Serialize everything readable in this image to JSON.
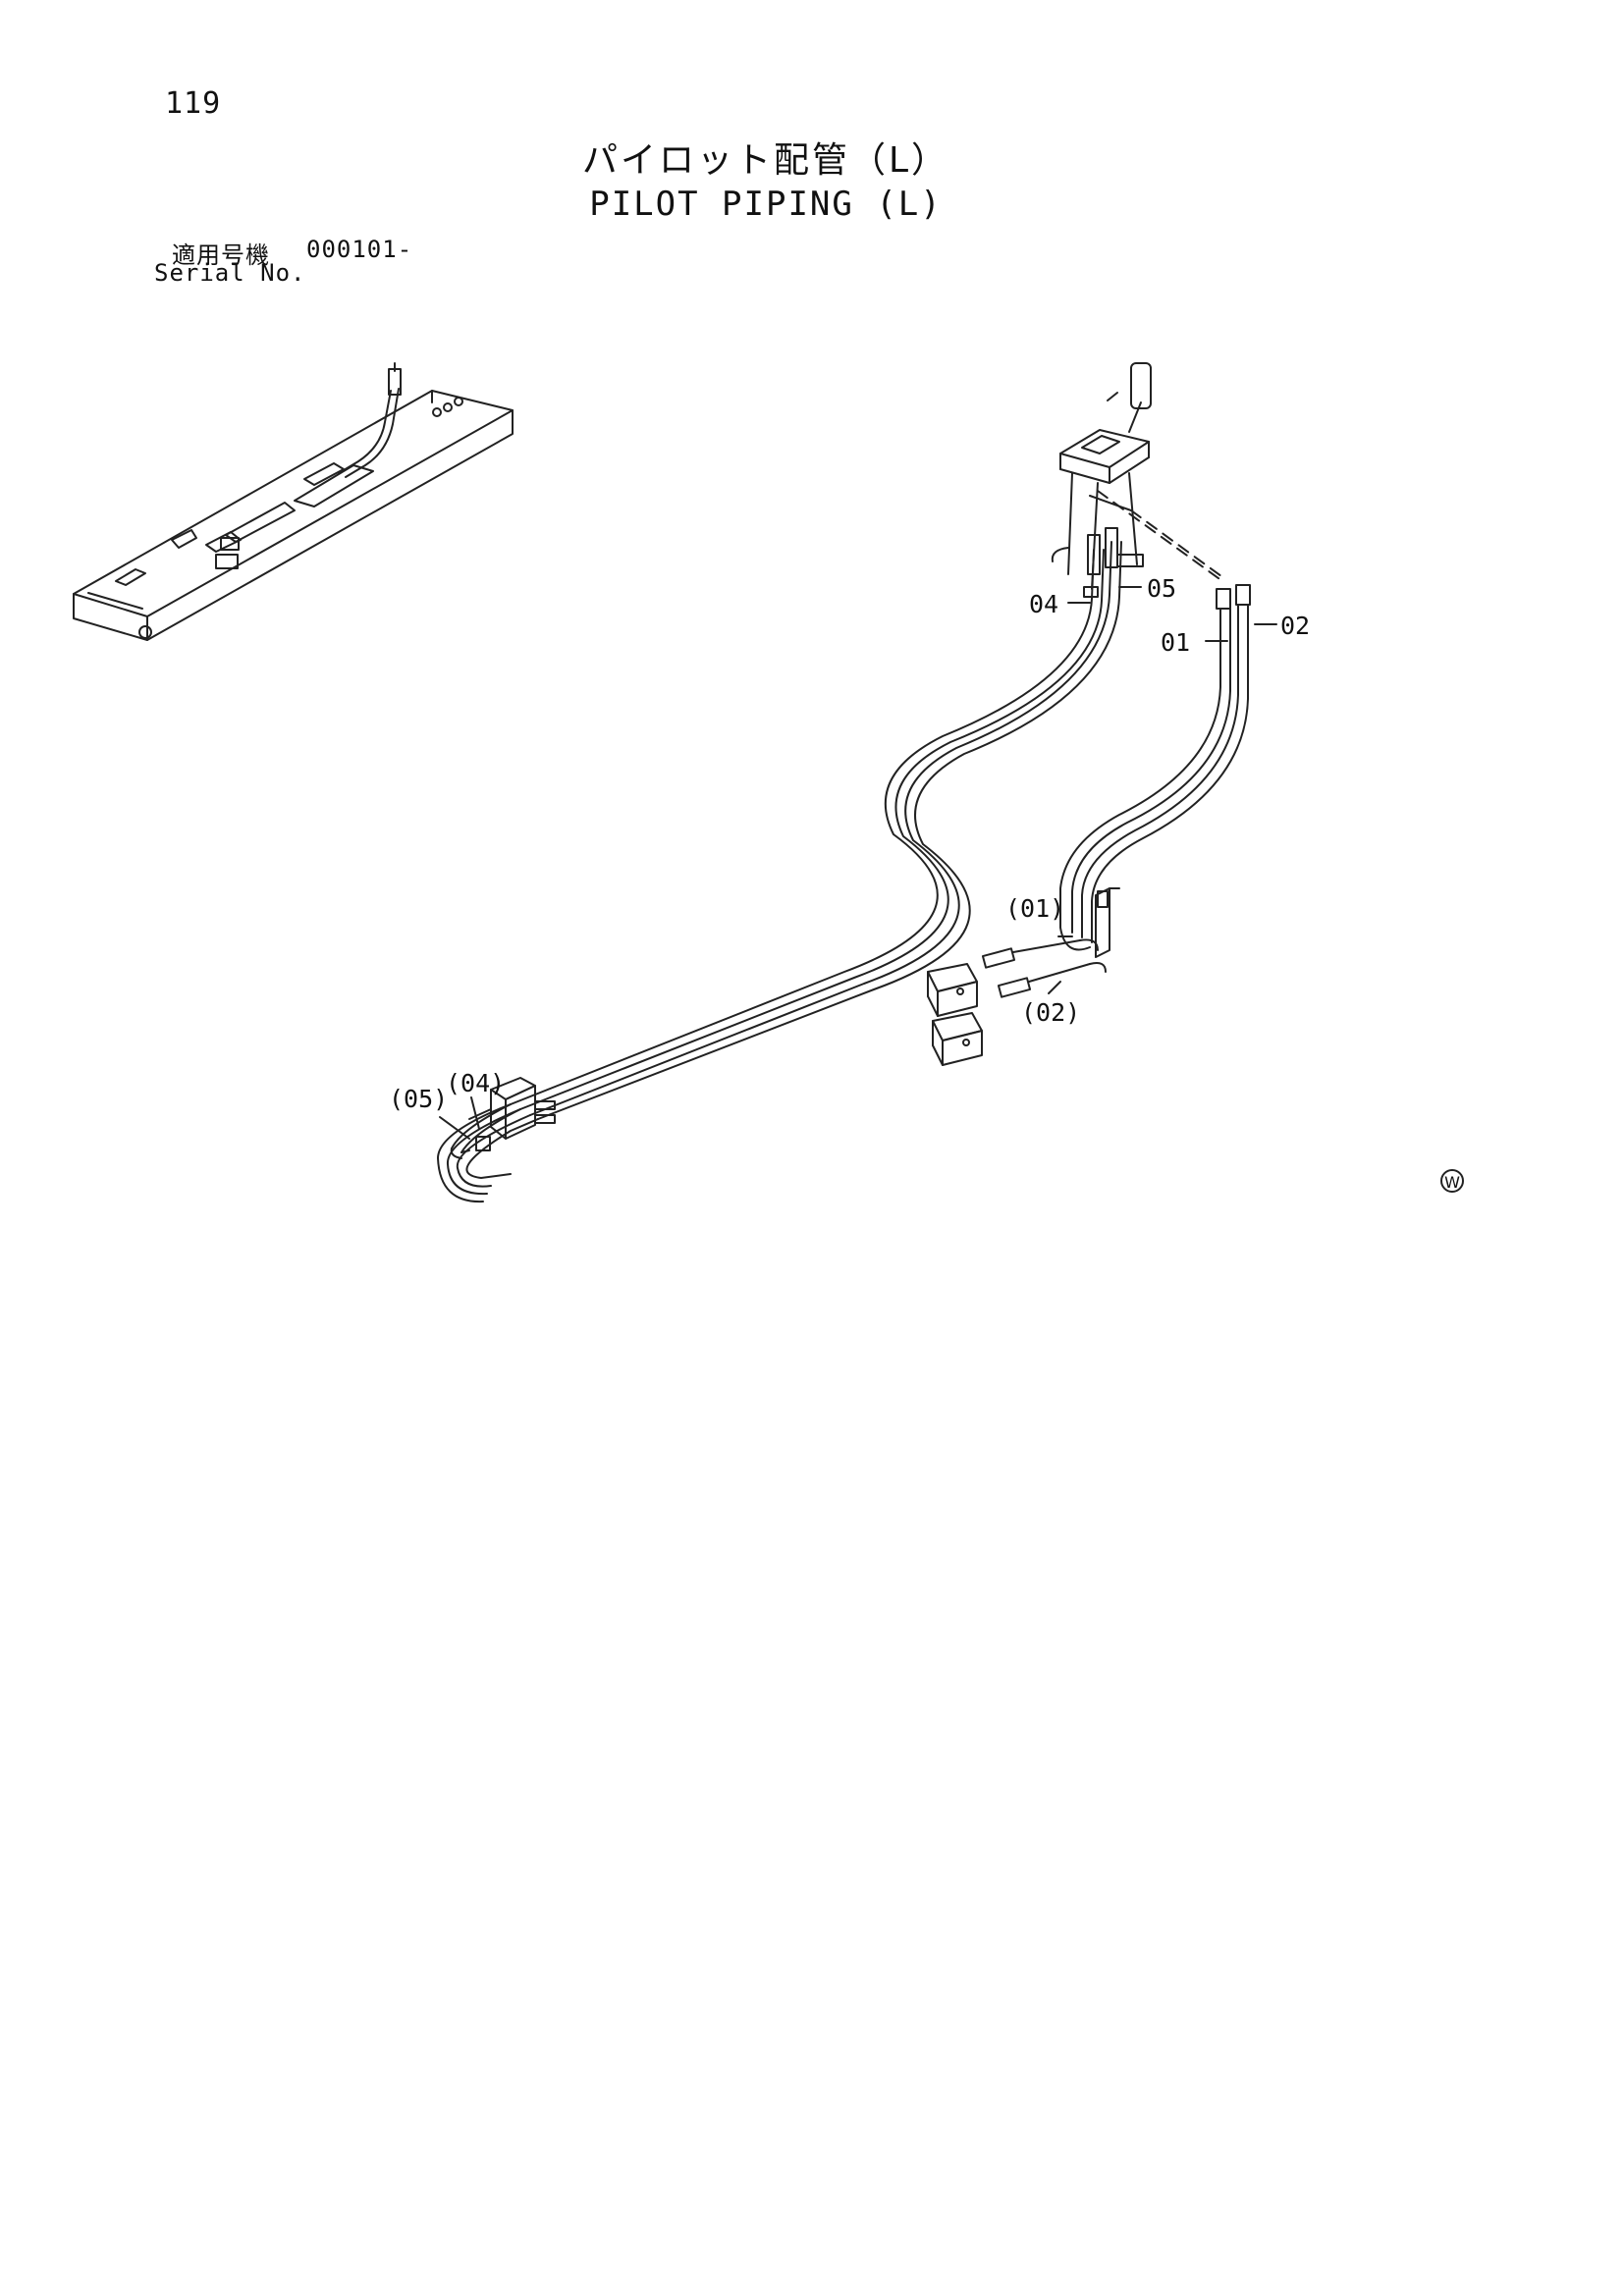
{
  "page": {
    "number": "119",
    "title_jp": "パイロット配管（L）",
    "title_en": "PILOT PIPING (L)",
    "serial_jp": "適用号機",
    "serial_value": "000101-",
    "serial_en": "Serial No."
  },
  "diagram": {
    "callouts": [
      "04",
      "05",
      "01",
      "02",
      "(01)",
      "(02)",
      "(05)",
      "(04)"
    ],
    "mark": "W"
  }
}
